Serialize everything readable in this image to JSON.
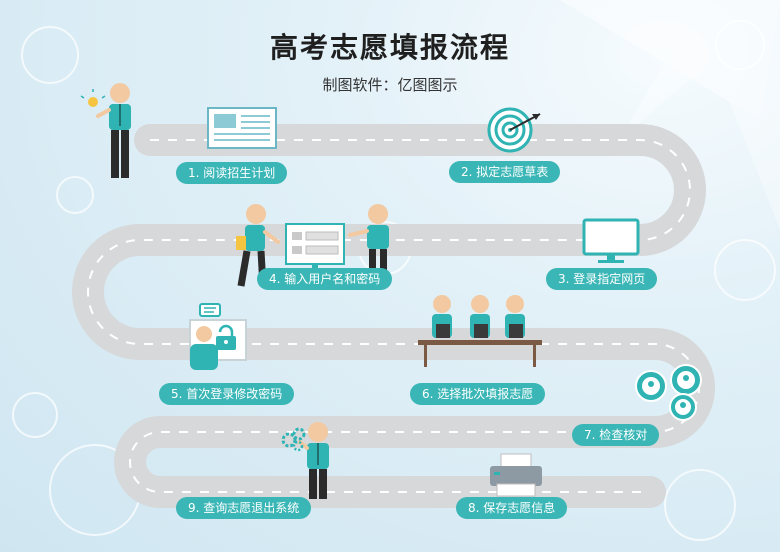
{
  "title": "高考志愿填报流程",
  "subtitle": "制图软件：亿图图示",
  "colors": {
    "teal": "#3bb6b6",
    "road": "#d6d8da",
    "shirt": "#2fb3b3",
    "skin": "#f2c9a0",
    "pants": "#2b2b2b"
  },
  "steps": [
    {
      "label": "1.  阅读招生计划",
      "icon": "newspaper-icon"
    },
    {
      "label": "2.  拟定志愿草表",
      "icon": "target-icon"
    },
    {
      "label": "3. 登录指定网页",
      "icon": "monitor-icon"
    },
    {
      "label": "4. 输入用户名和密码",
      "icon": "login-screen-icon"
    },
    {
      "label": "5. 首次登录修改密码",
      "icon": "lock-icon"
    },
    {
      "label": "6.  选择批次填报志愿",
      "icon": "desk-icon"
    },
    {
      "label": "7. 检查核对",
      "icon": "gear-people-icon"
    },
    {
      "label": "8.  保存志愿信息",
      "icon": "printer-icon"
    },
    {
      "label": "9.  查询志愿退出系统",
      "icon": "gears-icon"
    }
  ]
}
